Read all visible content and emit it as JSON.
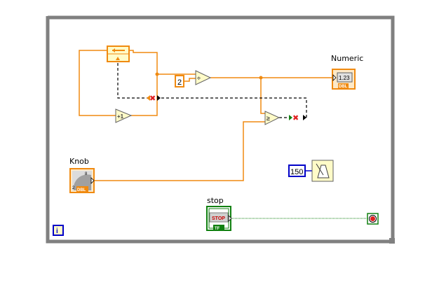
{
  "window": {
    "type": "LabVIEW block diagram",
    "structure": "while-loop"
  },
  "controls": {
    "knob": {
      "label": "Knob",
      "datatype": "DBL",
      "scale_min": "2",
      "scale_max": "8"
    },
    "stop": {
      "label": "stop",
      "button_text": "STOP",
      "datatype": "TF"
    }
  },
  "indicators": {
    "numeric": {
      "label": "Numeric",
      "display": "1.23",
      "datatype": "DBL"
    }
  },
  "constants": {
    "divisor": "2",
    "wait_ms": "150"
  },
  "nodes": {
    "increment": "+1",
    "divide": "÷",
    "compare": "≥",
    "iteration": "i"
  },
  "colors": {
    "loop_border": "#808080",
    "dbl_wire": "#f08a10",
    "bool_wire": "#108010",
    "int_constant": "#0000c8",
    "node_fill": "#fffbc8",
    "error_red": "#e02020"
  }
}
